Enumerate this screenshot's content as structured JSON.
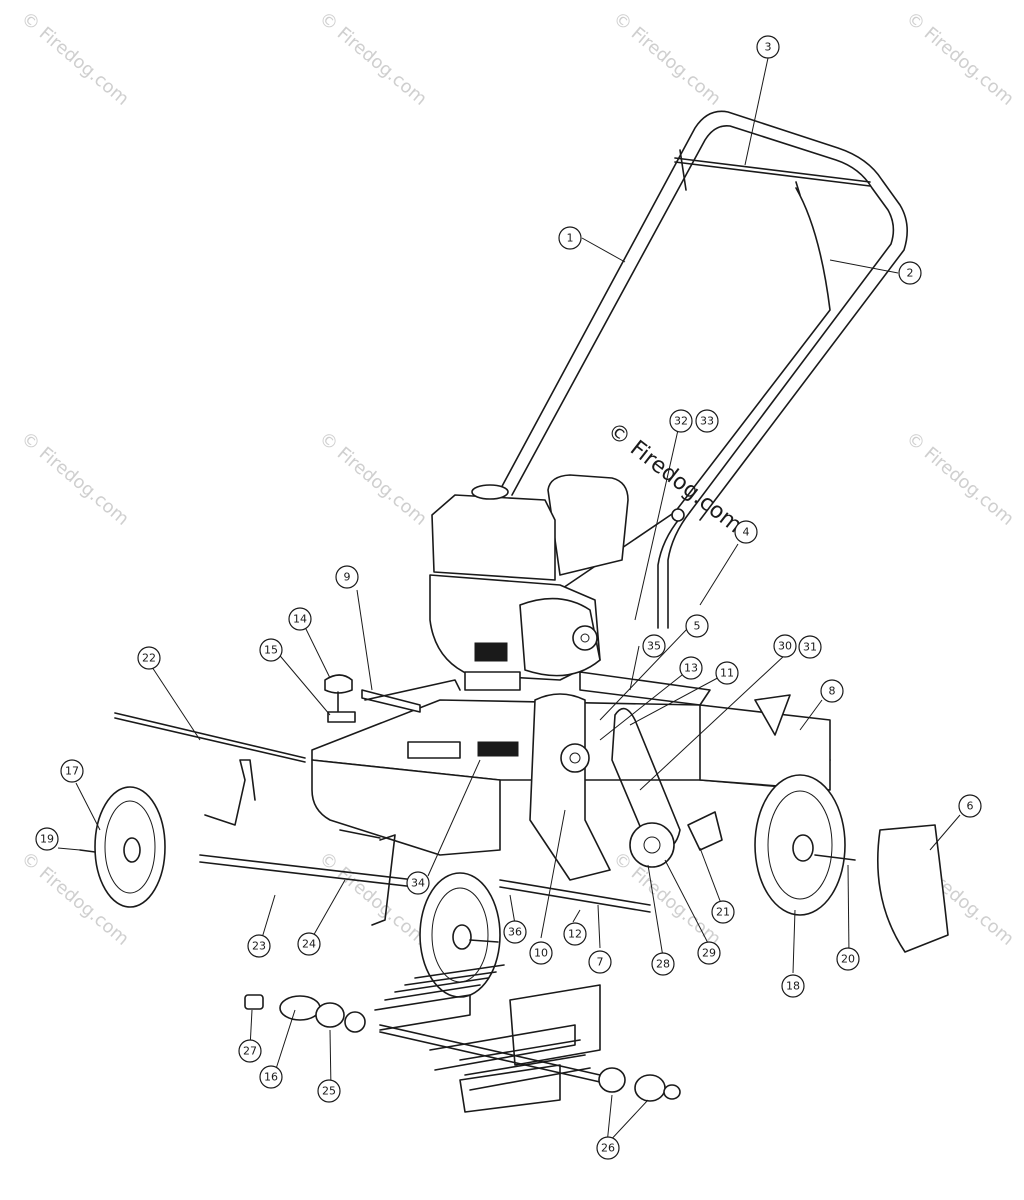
{
  "watermark": {
    "main": "© Firedog.com",
    "tile": "© Firedog.com"
  },
  "callouts": [
    {
      "id": "1",
      "label": "1"
    },
    {
      "id": "2",
      "label": "2"
    },
    {
      "id": "3",
      "label": "3"
    },
    {
      "id": "4",
      "label": "4"
    },
    {
      "id": "5",
      "label": "5"
    },
    {
      "id": "6",
      "label": "6"
    },
    {
      "id": "7",
      "label": "7"
    },
    {
      "id": "8",
      "label": "8"
    },
    {
      "id": "9",
      "label": "9"
    },
    {
      "id": "10",
      "label": "10"
    },
    {
      "id": "11",
      "label": "11"
    },
    {
      "id": "12",
      "label": "12"
    },
    {
      "id": "13",
      "label": "13"
    },
    {
      "id": "14",
      "label": "14"
    },
    {
      "id": "15",
      "label": "15"
    },
    {
      "id": "16",
      "label": "16"
    },
    {
      "id": "17",
      "label": "17"
    },
    {
      "id": "18",
      "label": "18"
    },
    {
      "id": "19",
      "label": "19"
    },
    {
      "id": "20",
      "label": "20"
    },
    {
      "id": "21",
      "label": "21"
    },
    {
      "id": "22",
      "label": "22"
    },
    {
      "id": "23",
      "label": "23"
    },
    {
      "id": "24",
      "label": "24"
    },
    {
      "id": "25",
      "label": "25"
    },
    {
      "id": "26",
      "label": "26"
    },
    {
      "id": "27",
      "label": "27"
    },
    {
      "id": "28",
      "label": "28"
    },
    {
      "id": "29",
      "label": "29"
    },
    {
      "id": "30",
      "label": "30"
    },
    {
      "id": "31",
      "label": "31"
    },
    {
      "id": "32",
      "label": "32"
    },
    {
      "id": "33",
      "label": "33"
    },
    {
      "id": "34",
      "label": "34"
    },
    {
      "id": "35",
      "label": "35"
    },
    {
      "id": "36",
      "label": "36"
    }
  ]
}
